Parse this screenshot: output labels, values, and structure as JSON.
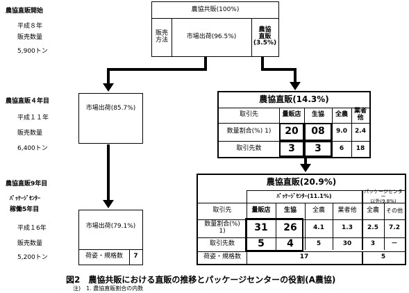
{
  "left_labels": {
    "start": {
      "title": "農協直販開始",
      "year": "平成８年",
      "qty_label": "販売数量",
      "qty": "5,900トン"
    },
    "year4": {
      "title": "農協直販４年目",
      "year": "平成１１年",
      "qty_label": "販売数量",
      "qty": "6,400トン"
    },
    "year9": {
      "title": "農協直販9年目",
      "title2": "ﾊﾟｯｹｰｼﾞｾﾝﾀｰ",
      "title3": "稼働5年目",
      "year": "平成１6年",
      "qty_label": "販売数量",
      "qty": "5,200トン"
    }
  },
  "top_box": {
    "header": "農協共販(100%)",
    "left_col": "販売\n方法",
    "mid_col": "市場出荷(96.5%)",
    "right_col": "農協\n直販\n(3.5%)"
  },
  "mid_left_box": {
    "label": "市場出荷(85.7%)"
  },
  "mid_right_box": {
    "title": "農協直販(14.3%)",
    "col_header": "取引先",
    "cols": [
      "量販店",
      "生協",
      "全農",
      "業者他"
    ],
    "rows": [
      {
        "label": "数量割合(%) 1)",
        "values": [
          "20",
          "08",
          "9.0",
          "2.4"
        ]
      },
      {
        "label": "取引先数",
        "values": [
          "3",
          "3",
          "6",
          "18"
        ]
      }
    ]
  },
  "bottom_left_box": {
    "label": "市場出荷(79.1%)",
    "footer_label": "荷姿・規格数",
    "footer_value": "7"
  },
  "bottom_right_box": {
    "title": "農協直販(20.9%)",
    "group1": "ﾊﾟｯｹｰｼﾞｾﾝﾀｰ(11.1%)",
    "group2": "パッケージセンター\n以外(9.8%)",
    "col_header": "取引先",
    "cols": [
      "量販店",
      "生協",
      "全農",
      "業者他",
      "全農",
      "その他"
    ],
    "rows": [
      {
        "label": "数量割合(%)\n1)",
        "values": [
          "31",
          "26",
          "4.1",
          "1.3",
          "2.5",
          "7.2"
        ]
      },
      {
        "label": "取引先数",
        "values": [
          "5",
          "4",
          "5",
          "30",
          "3",
          "－"
        ]
      }
    ],
    "footer_label": "荷姿・規格数",
    "footer_value1": "17",
    "footer_value2": "5"
  },
  "caption": "図2　農協共販における直販の推移とパッケージセンターの役割(A農協)",
  "note": "注)　1. 農協直販割合の内数"
}
